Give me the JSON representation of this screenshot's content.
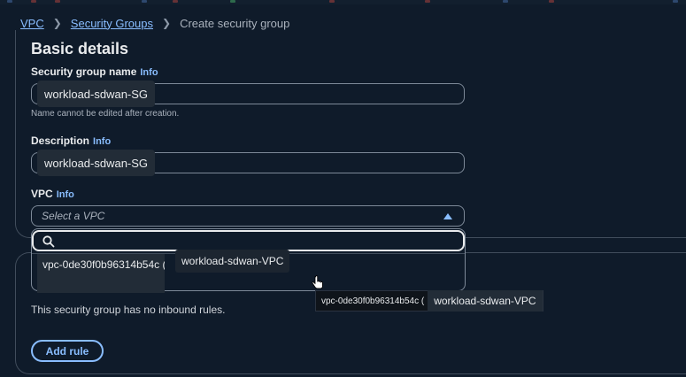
{
  "breadcrumb": {
    "items": [
      "VPC",
      "Security Groups"
    ],
    "current": "Create security group"
  },
  "basic_details": {
    "heading": "Basic details",
    "name_label": "Security group name",
    "info": "Info",
    "name_value": "workload-sdwan-SG",
    "name_hint": "Name cannot be edited after creation.",
    "description_label": "Description",
    "description_value": "workload-sdwan-SG",
    "vpc_label": "VPC",
    "vpc_placeholder": "Select a VPC"
  },
  "vpc_dropdown": {
    "search_value": "",
    "option_id": "vpc-0de30f0b96314b54c (",
    "option_name": "workload-sdwan-VPC"
  },
  "tooltip": {
    "id": "vpc-0de30f0b96314b54c (",
    "name": "workload-sdwan-VPC"
  },
  "inbound_rules": {
    "empty_text": "This security group has no inbound rules.",
    "add_rule_label": "Add rule"
  },
  "colors": {
    "background": "#0f1b2a",
    "link": "#89bdff",
    "border": "#414d5c"
  }
}
